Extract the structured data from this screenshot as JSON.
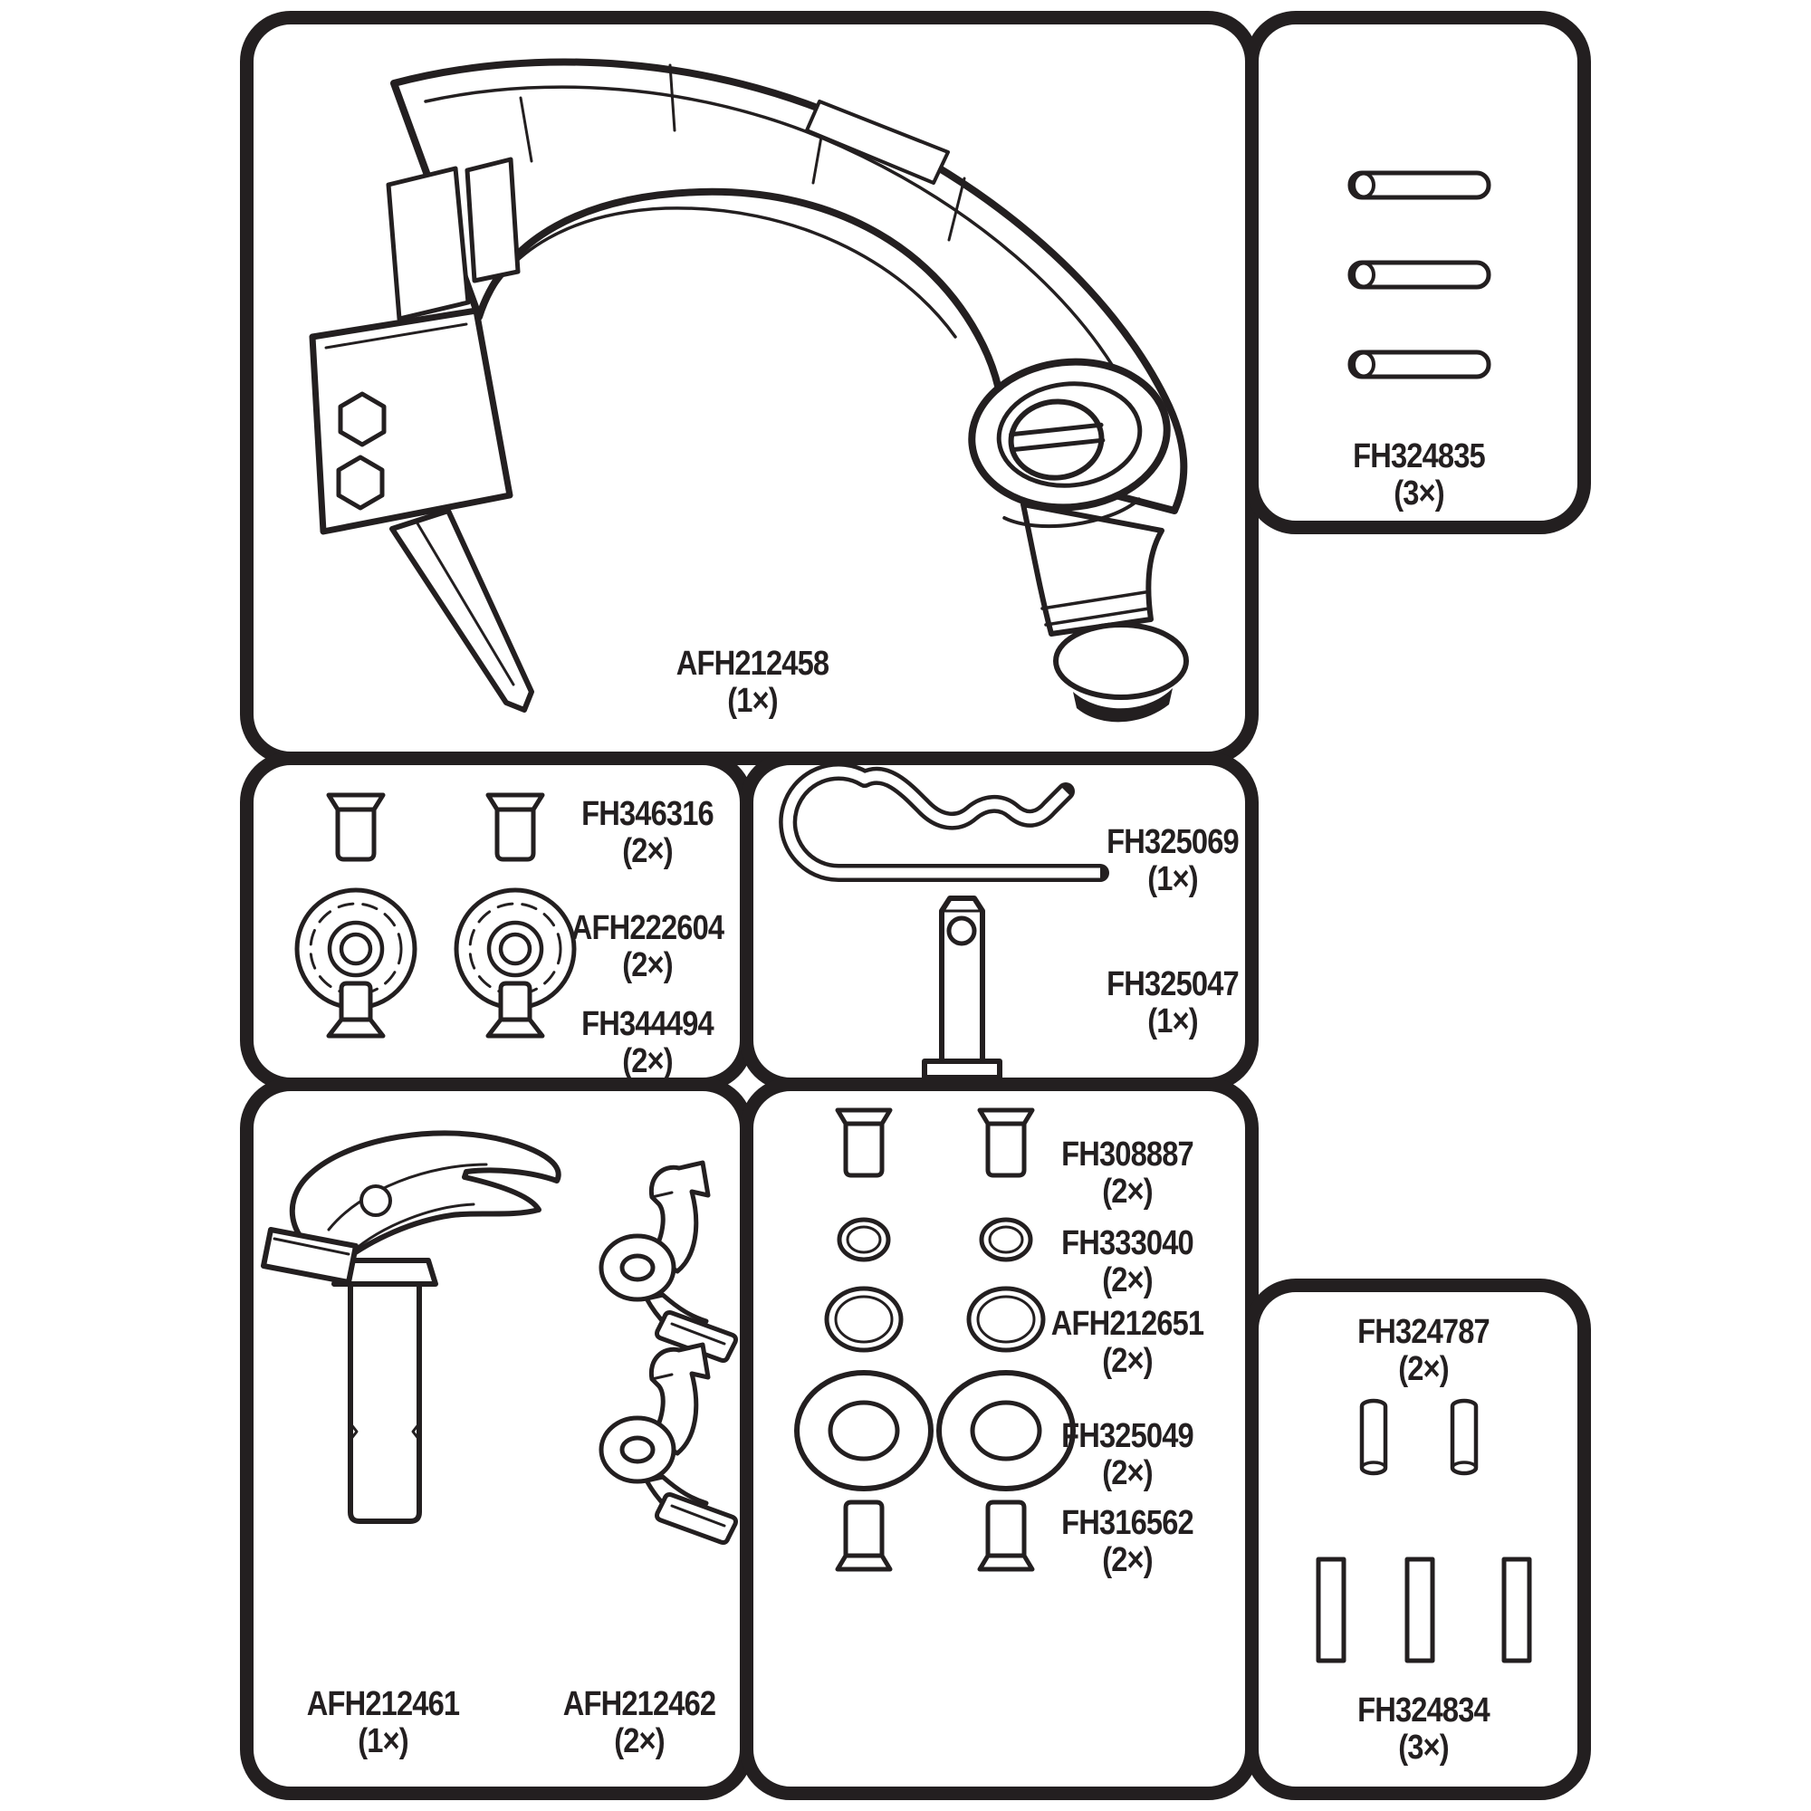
{
  "page": {
    "background": "#ffffff",
    "line_color": "#231f20"
  },
  "panels": {
    "main": {
      "part": "AFH212458",
      "qty": "(1×)"
    },
    "top_right": {
      "part": "FH324835",
      "qty": "(3×)"
    },
    "mid_left": {
      "labels": [
        {
          "part": "FH346316",
          "qty": "(2×)"
        },
        {
          "part": "AFH222604",
          "qty": "(2×)"
        },
        {
          "part": "FH344494",
          "qty": "(2×)"
        }
      ]
    },
    "mid_right": {
      "labels": [
        {
          "part": "FH325069",
          "qty": "(1×)"
        },
        {
          "part": "FH325047",
          "qty": "(1×)"
        }
      ]
    },
    "bottom_left": {
      "labels": [
        {
          "part": "AFH212461",
          "qty": "(1×)"
        },
        {
          "part": "AFH212462",
          "qty": "(2×)"
        }
      ]
    },
    "bottom_middle": {
      "labels": [
        {
          "part": "FH308887",
          "qty": "(2×)"
        },
        {
          "part": "FH333040",
          "qty": "(2×)"
        },
        {
          "part": "AFH212651",
          "qty": "(2×)"
        },
        {
          "part": "FH325049",
          "qty": "(2×)"
        },
        {
          "part": "FH316562",
          "qty": "(2×)"
        }
      ]
    },
    "bottom_right": {
      "labels": [
        {
          "part": "FH324787",
          "qty": "(2×)"
        },
        {
          "part": "FH324834",
          "qty": "(3×)"
        }
      ]
    }
  }
}
